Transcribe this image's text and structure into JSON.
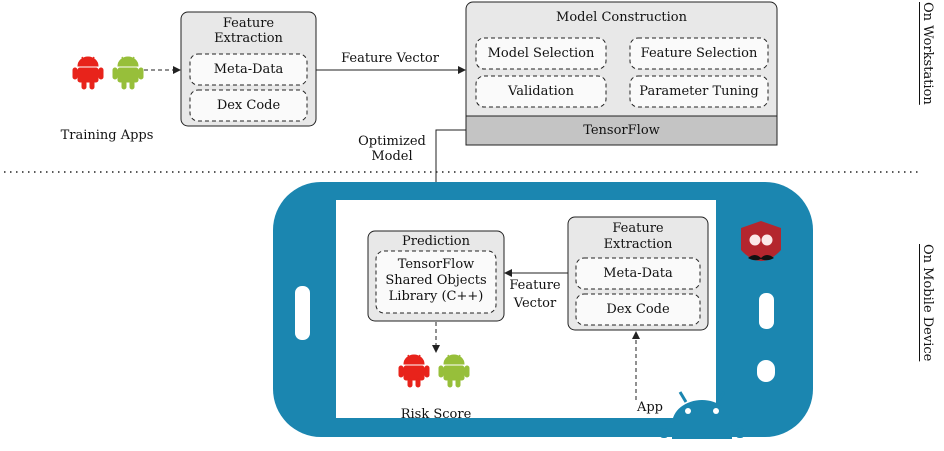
{
  "workstation": {
    "training_apps": "Training Apps",
    "feature_extraction": {
      "title_line1": "Feature",
      "title_line2": "Extraction",
      "item1": "Meta-Data",
      "item2": "Dex Code"
    },
    "feature_vector": "Feature Vector",
    "model_construction": {
      "title": "Model Construction",
      "items": [
        "Model Selection",
        "Feature Selection",
        "Validation",
        "Parameter Tuning"
      ],
      "framework": "TensorFlow"
    },
    "optimized_line1": "Optimized",
    "optimized_line2": "Model",
    "side_label": "On Workstation"
  },
  "device": {
    "prediction": {
      "title": "Prediction",
      "line1": "TensorFlow",
      "line2": "Shared Objects",
      "line3": "Library (C++)"
    },
    "feature_vector_line1": "Feature",
    "feature_vector_line2": "Vector",
    "feature_extraction": {
      "title_line1": "Feature",
      "title_line2": "Extraction",
      "item1": "Meta-Data",
      "item2": "Dex Code"
    },
    "risk_score": "Risk Score",
    "app": "App",
    "side_label": "On Mobile Device"
  },
  "colors": {
    "phone": "#1b86b0",
    "box_fill": "#e8e8e8",
    "tensorflow_bar": "#c4c4c4",
    "malware_red": "#e8231b",
    "android_green": "#97bf3a",
    "logo_red": "#b4262e"
  }
}
